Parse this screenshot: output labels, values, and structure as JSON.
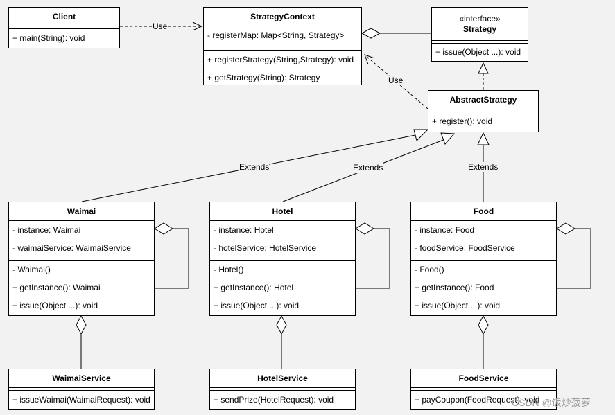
{
  "classes": {
    "client": {
      "name": "Client",
      "methods": [
        "+ main(String): void"
      ]
    },
    "strategy_context": {
      "name": "StrategyContext",
      "fields": [
        "- registerMap: Map<String, Strategy>"
      ],
      "methods": [
        "+ registerStrategy(String,Strategy): void",
        "+ getStrategy(String): Strategy"
      ]
    },
    "strategy": {
      "stereotype": "«interface»",
      "name": "Strategy",
      "methods": [
        "+ issue(Object ...): void"
      ]
    },
    "abstract_strategy": {
      "name": "AbstractStrategy",
      "methods": [
        "+ register(): void"
      ]
    },
    "waimai": {
      "name": "Waimai",
      "fields": [
        "- instance: Waimai",
        "- waimaiService: WaimaiService"
      ],
      "methods": [
        "- Waimai()",
        "+ getInstance(): Waimai",
        "+ issue(Object ...): void"
      ]
    },
    "hotel": {
      "name": "Hotel",
      "fields": [
        "- instance: Hotel",
        "- hotelService: HotelService"
      ],
      "methods": [
        "- Hotel()",
        "+ getInstance(): Hotel",
        "+ issue(Object ...): void"
      ]
    },
    "food": {
      "name": "Food",
      "fields": [
        "- instance: Food",
        "- foodService: FoodService"
      ],
      "methods": [
        "- Food()",
        "+ getInstance(): Food",
        "+ issue(Object ...): void"
      ]
    },
    "waimai_service": {
      "name": "WaimaiService",
      "methods": [
        "+ issueWaimai(WaimaiRequest): void"
      ]
    },
    "hotel_service": {
      "name": "HotelService",
      "methods": [
        "+ sendPrize(HotelRequest): void"
      ]
    },
    "food_service": {
      "name": "FoodService",
      "methods": [
        "+ payCoupon(FoodRequest): void"
      ]
    }
  },
  "edge_labels": {
    "client_use": "Use",
    "abstract_use": "Use",
    "waimai_extends": "Extends",
    "hotel_extends": "Extends",
    "food_extends": "Extends"
  },
  "watermark": "CSDN @饭炒菠萝",
  "colors": {
    "background": "#f2f2f2",
    "box": "#ffffff",
    "line": "#000000"
  }
}
